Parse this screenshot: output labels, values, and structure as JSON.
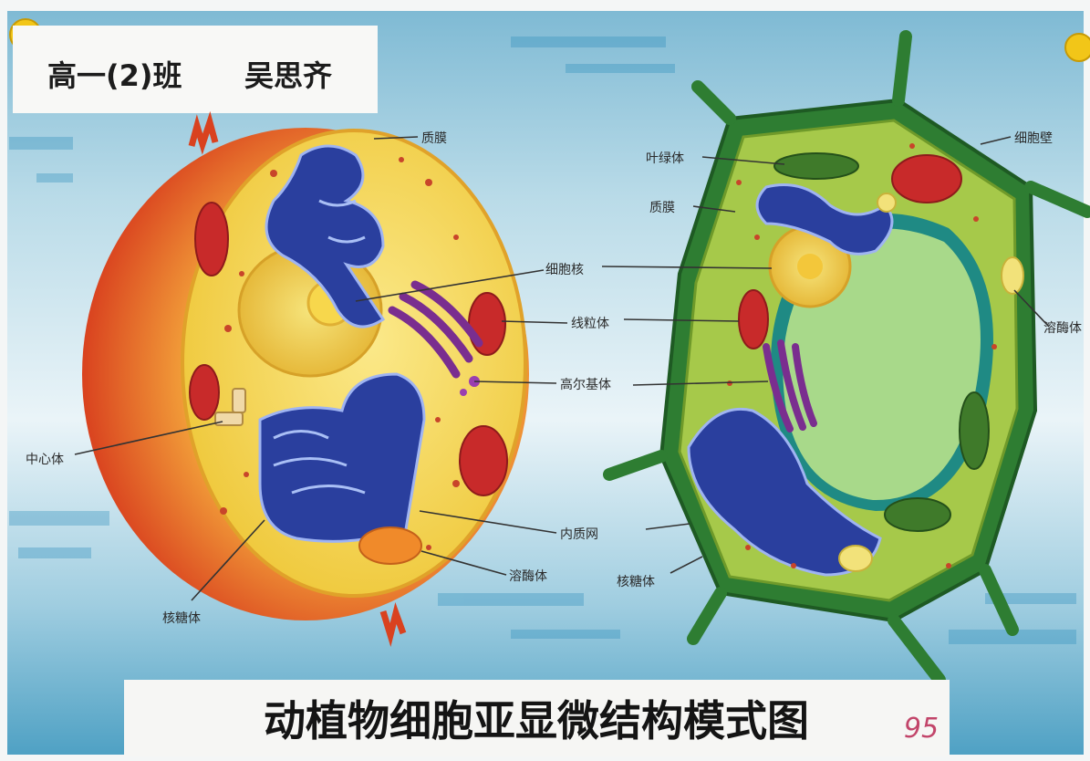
{
  "header": {
    "class_name": "高一(2)班",
    "student_name": "吴思齐"
  },
  "title": "动植物细胞亚显微结构模式图",
  "grade_mark": "95",
  "animal_cell": {
    "labels": {
      "membrane": "质膜",
      "nucleus": "细胞核",
      "mitochondria": "线粒体",
      "golgi": "高尔基体",
      "centrosome": "中心体",
      "er": "内质网",
      "lysosome": "溶酶体",
      "ribosome": "核糖体"
    }
  },
  "plant_cell": {
    "labels": {
      "chloroplast": "叶绿体",
      "cell_wall": "细胞壁",
      "membrane": "质膜",
      "lysosome": "溶酶体",
      "ribosome": "核糖体"
    }
  },
  "colors": {
    "background_wash": "#8cc3da",
    "cell_wall": "#2e7d32",
    "cytoplasm_animal": "#f3d64a",
    "cytoplasm_plant": "#a6c94a",
    "membrane_orange": "#e8622a",
    "er_blue": "#2a3f9e",
    "vacuole": "#a8d98a",
    "mitochondria": "#c82a2a",
    "golgi": "#7a2e8f",
    "pin": "#f2c618"
  }
}
